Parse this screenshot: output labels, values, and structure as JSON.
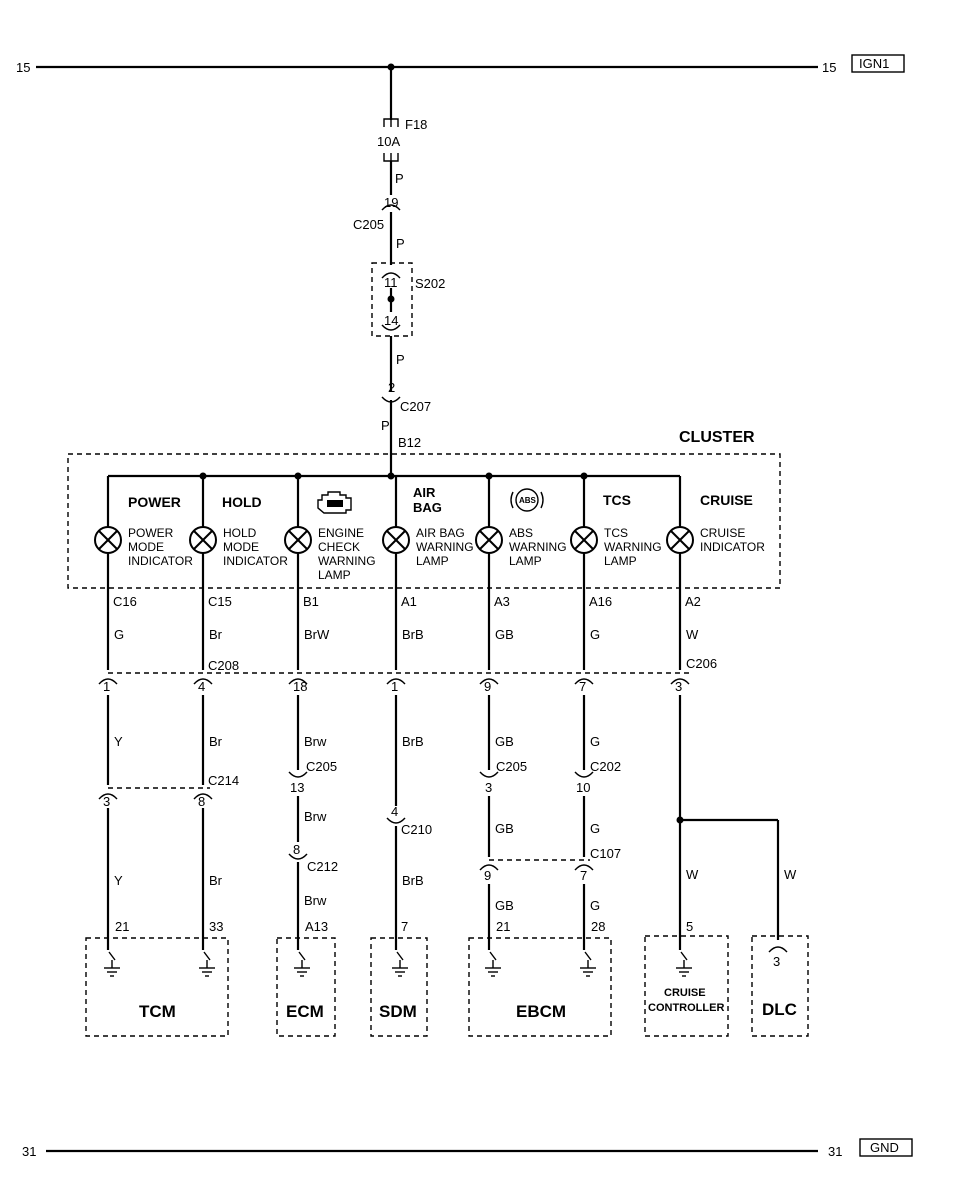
{
  "power": {
    "bus_num": "15",
    "bus_label": "IGN1"
  },
  "ground": {
    "bus_num": "31",
    "bus_label": "GND"
  },
  "fuse": {
    "name": "F18",
    "rating": "10A"
  },
  "feed": {
    "wire_1": "P",
    "c205_pin": "19",
    "c205": "C205",
    "wire_2": "P",
    "splice_pin_top": "11",
    "splice_pin_bottom": "14",
    "splice": "S202",
    "wire_3": "P",
    "c207_pin": "2",
    "c207": "C207",
    "wire_4": "P",
    "cluster_pin": "B12"
  },
  "cluster": {
    "title": "CLUSTER",
    "lamps": [
      {
        "heading": "POWER",
        "label": [
          "POWER",
          "MODE",
          "INDICATOR"
        ],
        "pin": "C16",
        "wire": "G"
      },
      {
        "heading": "HOLD",
        "label": [
          "HOLD",
          "MODE",
          "INDICATOR"
        ],
        "pin": "C15",
        "wire": "Br"
      },
      {
        "heading": "",
        "icon": "engine-icon",
        "label": [
          "ENGINE",
          "CHECK",
          "WARNING",
          "LAMP"
        ],
        "pin": "B1",
        "wire": "BrW"
      },
      {
        "heading": "AIR BAG",
        "heading_lines": [
          "AIR",
          "BAG"
        ],
        "label": [
          "AIR BAG",
          "WARNING",
          "LAMP"
        ],
        "pin": "A1",
        "wire": "BrB"
      },
      {
        "heading": "",
        "icon": "abs-icon",
        "icon_text": "ABS",
        "label": [
          "ABS",
          "WARNING",
          "LAMP"
        ],
        "pin": "A3",
        "wire": "GB"
      },
      {
        "heading": "TCS",
        "label": [
          "TCS",
          "WARNING",
          "LAMP"
        ],
        "pin": "A16",
        "wire": "G"
      },
      {
        "heading": "CRUISE",
        "label": [
          "CRUISE",
          "INDICATOR"
        ],
        "pin": "A2",
        "wire": "W"
      }
    ]
  },
  "connectors": {
    "c208": "C208",
    "c206": "C206",
    "row1_pins": [
      "1",
      "4",
      "18",
      "1",
      "9",
      "7",
      "3"
    ],
    "row1_wires": [
      "Y",
      "Br",
      "Brw",
      "BrB",
      "GB",
      "G"
    ],
    "c214": "C214",
    "c214_pins": [
      "3",
      "8"
    ],
    "c205": "C205",
    "c205_pins": [
      "13",
      "3"
    ],
    "c202": "C202",
    "c202_pin": "10",
    "c210": "C210",
    "c210_pin": "4",
    "c212": "C212",
    "c212_pin": "8",
    "c107": "C107",
    "c107_pins": [
      "9",
      "7"
    ],
    "row2_wires": [
      "Brw",
      "GB",
      "G"
    ],
    "row3_wires": [
      "Y",
      "Br",
      "Brw",
      "BrB",
      "GB",
      "G"
    ],
    "cruise_wires": [
      "W",
      "W"
    ]
  },
  "modules": [
    {
      "name": "TCM",
      "pins": [
        "21",
        "33"
      ]
    },
    {
      "name": "ECM",
      "pins": [
        "A13"
      ]
    },
    {
      "name": "SDM",
      "pins": [
        "7"
      ]
    },
    {
      "name": "EBCM",
      "pins": [
        "21",
        "28"
      ]
    },
    {
      "name_lines": [
        "CRUISE",
        "CONTROLLER"
      ],
      "pins": [
        "5"
      ]
    },
    {
      "name": "DLC",
      "pins": [
        "3"
      ]
    }
  ]
}
